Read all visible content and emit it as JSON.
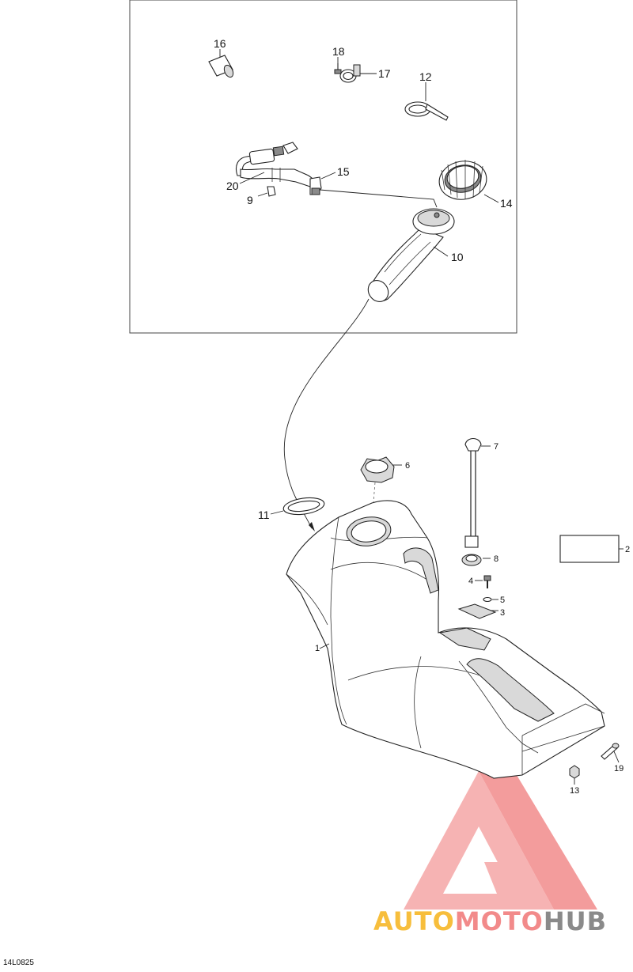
{
  "drawing": {
    "reference": "14L0825",
    "callouts": [
      "1",
      "2",
      "3",
      "4",
      "5",
      "6",
      "7",
      "8",
      "9",
      "10",
      "11",
      "12",
      "13",
      "14",
      "15",
      "16",
      "17",
      "18",
      "19",
      "20"
    ]
  },
  "watermark": {
    "part1": "AUTO",
    "part2": "MOTO",
    "part3": "HUB",
    "colors": {
      "auto": "#f7be3c",
      "moto": "#f28a8a",
      "hub": "#8a8a8a",
      "logo": "#f28a8a"
    }
  }
}
